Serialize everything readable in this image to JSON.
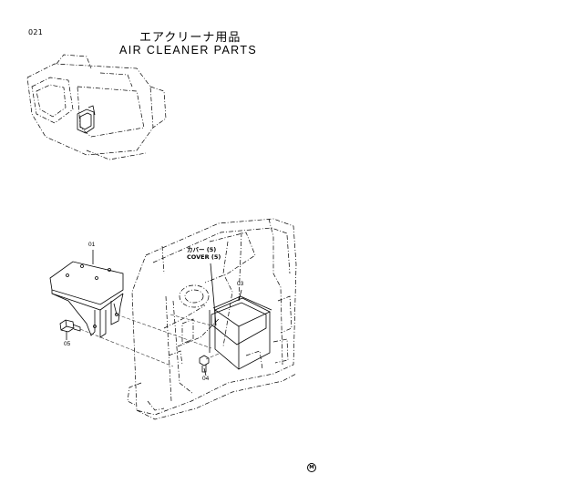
{
  "page_number": "021",
  "title_jp": "エアクリーナ用品",
  "title_en": "AIR  CLEANER  PARTS",
  "annotation": {
    "jp": "カバー (5)",
    "en": "COVER (5)"
  },
  "callouts": [
    "01",
    "03",
    "04",
    "05"
  ],
  "footer_mark": "M"
}
